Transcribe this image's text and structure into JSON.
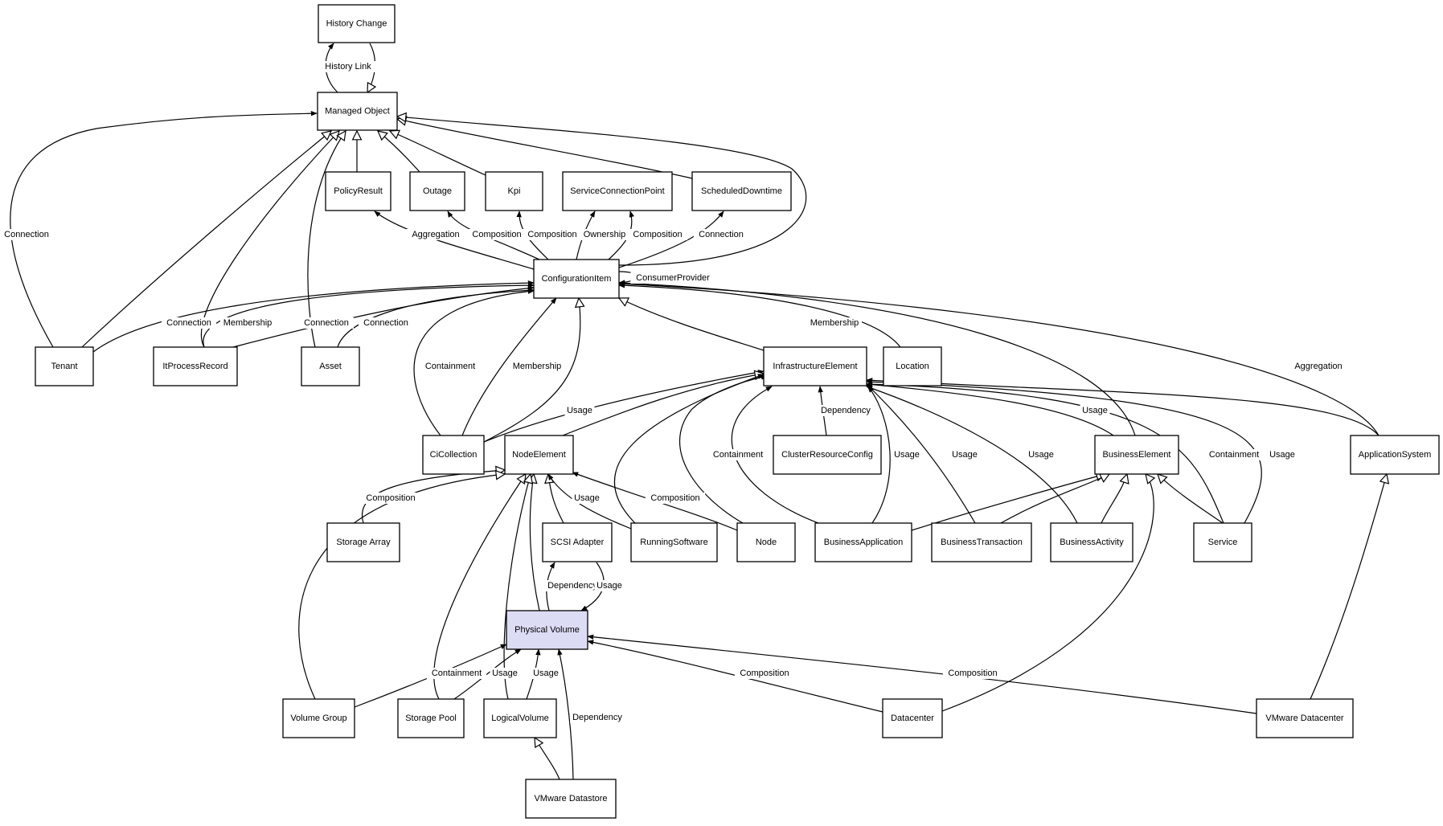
{
  "nodes": [
    {
      "id": "history-change",
      "label": "History Change"
    },
    {
      "id": "managed-object",
      "label": "Managed Object"
    },
    {
      "id": "policy-result",
      "label": "PolicyResult"
    },
    {
      "id": "outage",
      "label": "Outage"
    },
    {
      "id": "kpi",
      "label": "Kpi"
    },
    {
      "id": "service-connection-point",
      "label": "ServiceConnectionPoint"
    },
    {
      "id": "scheduled-downtime",
      "label": "ScheduledDowntime"
    },
    {
      "id": "configuration-item",
      "label": "ConfigurationItem"
    },
    {
      "id": "tenant",
      "label": "Tenant"
    },
    {
      "id": "it-process-record",
      "label": "ItProcessRecord"
    },
    {
      "id": "asset",
      "label": "Asset"
    },
    {
      "id": "infrastructure-element",
      "label": "InfrastructureElement"
    },
    {
      "id": "location",
      "label": "Location"
    },
    {
      "id": "ci-collection",
      "label": "CiCollection"
    },
    {
      "id": "node-element",
      "label": "NodeElement"
    },
    {
      "id": "cluster-resource-config",
      "label": "ClusterResourceConfig"
    },
    {
      "id": "business-element",
      "label": "BusinessElement"
    },
    {
      "id": "application-system",
      "label": "ApplicationSystem"
    },
    {
      "id": "storage-array",
      "label": "Storage Array"
    },
    {
      "id": "scsi-adapter",
      "label": "SCSI Adapter"
    },
    {
      "id": "running-software",
      "label": "RunningSoftware"
    },
    {
      "id": "node",
      "label": "Node"
    },
    {
      "id": "business-application",
      "label": "BusinessApplication"
    },
    {
      "id": "business-transaction",
      "label": "BusinessTransaction"
    },
    {
      "id": "business-activity",
      "label": "BusinessActivity"
    },
    {
      "id": "service",
      "label": "Service"
    },
    {
      "id": "physical-volume",
      "label": "Physical Volume",
      "highlight": true
    },
    {
      "id": "volume-group",
      "label": "Volume Group"
    },
    {
      "id": "storage-pool",
      "label": "Storage Pool"
    },
    {
      "id": "logical-volume",
      "label": "LogicalVolume"
    },
    {
      "id": "datacenter",
      "label": "Datacenter"
    },
    {
      "id": "vmware-datacenter",
      "label": "VMware Datacenter"
    },
    {
      "id": "vmware-datastore",
      "label": "VMware Datastore"
    }
  ],
  "edges": [
    {
      "id": "e-history-up",
      "from": "managed-object",
      "to": "history-change",
      "kind": "assoc",
      "label": "History Link"
    },
    {
      "id": "e-history-inherit",
      "from": "history-change",
      "to": "managed-object",
      "kind": "inherit",
      "label": ""
    },
    {
      "id": "e-policy",
      "from": "policy-result",
      "to": "managed-object",
      "kind": "inherit",
      "label": ""
    },
    {
      "id": "e-outage",
      "from": "outage",
      "to": "managed-object",
      "kind": "inherit",
      "label": ""
    },
    {
      "id": "e-kpi",
      "from": "kpi",
      "to": "managed-object",
      "kind": "inherit",
      "label": ""
    },
    {
      "id": "e-sched",
      "from": "scheduled-downtime",
      "to": "managed-object",
      "kind": "inherit",
      "label": ""
    },
    {
      "id": "e-ci-mo",
      "from": "configuration-item",
      "to": "managed-object",
      "kind": "inherit",
      "label": ""
    },
    {
      "id": "e-tenant-conn",
      "from": "tenant",
      "to": "managed-object",
      "kind": "assoc",
      "label": "Connection"
    },
    {
      "id": "e-tenant-inh",
      "from": "tenant",
      "to": "managed-object",
      "kind": "inherit",
      "label": ""
    },
    {
      "id": "e-itpr-inh",
      "from": "it-process-record",
      "to": "managed-object",
      "kind": "inherit",
      "label": ""
    },
    {
      "id": "e-asset-inh",
      "from": "asset",
      "to": "managed-object",
      "kind": "inherit",
      "label": ""
    },
    {
      "id": "e-ci-policy",
      "from": "configuration-item",
      "to": "policy-result",
      "kind": "assoc",
      "label": "Aggregation"
    },
    {
      "id": "e-ci-outage",
      "from": "configuration-item",
      "to": "outage",
      "kind": "assoc",
      "label": "Composition"
    },
    {
      "id": "e-ci-kpi",
      "from": "configuration-item",
      "to": "kpi",
      "kind": "assoc",
      "label": "Composition"
    },
    {
      "id": "e-ci-scp-own",
      "from": "configuration-item",
      "to": "service-connection-point",
      "kind": "assoc",
      "label": "Ownership"
    },
    {
      "id": "e-ci-scp-comp",
      "from": "configuration-item",
      "to": "service-connection-point",
      "kind": "assoc",
      "label": "Composition"
    },
    {
      "id": "e-ci-sched",
      "from": "configuration-item",
      "to": "scheduled-downtime",
      "kind": "assoc",
      "label": "Connection"
    },
    {
      "id": "e-ci-self",
      "from": "configuration-item",
      "to": "configuration-item",
      "kind": "assoc",
      "label": "ConsumerProvider"
    },
    {
      "id": "e-tenant-ci",
      "from": "tenant",
      "to": "configuration-item",
      "kind": "assoc",
      "label": "Connection"
    },
    {
      "id": "e-itpr-ci-mem",
      "from": "it-process-record",
      "to": "configuration-item",
      "kind": "assoc",
      "label": "Membership"
    },
    {
      "id": "e-itpr-ci-conn",
      "from": "it-process-record",
      "to": "configuration-item",
      "kind": "assoc",
      "label": "Connection"
    },
    {
      "id": "e-asset-ci",
      "from": "asset",
      "to": "configuration-item",
      "kind": "assoc",
      "label": "Connection"
    },
    {
      "id": "e-cic-ci-cont",
      "from": "ci-collection",
      "to": "configuration-item",
      "kind": "assoc",
      "label": "Containment"
    },
    {
      "id": "e-cic-ci-mem",
      "from": "ci-collection",
      "to": "configuration-item",
      "kind": "assoc",
      "label": "Membership"
    },
    {
      "id": "e-cic-ci-inh",
      "from": "ci-collection",
      "to": "configuration-item",
      "kind": "inherit",
      "label": ""
    },
    {
      "id": "e-ie-ci",
      "from": "infrastructure-element",
      "to": "configuration-item",
      "kind": "inherit",
      "label": ""
    },
    {
      "id": "e-loc-ci",
      "from": "location",
      "to": "configuration-item",
      "kind": "assoc",
      "label": "Membership"
    },
    {
      "id": "e-be-ci",
      "from": "business-element",
      "to": "configuration-item",
      "kind": "assoc",
      "label": ""
    },
    {
      "id": "e-as-ci",
      "from": "application-system",
      "to": "configuration-item",
      "kind": "assoc",
      "label": "Aggregation"
    },
    {
      "id": "e-cic-ie",
      "from": "ci-collection",
      "to": "infrastructure-element",
      "kind": "assoc",
      "label": "Usage"
    },
    {
      "id": "e-ne-ie",
      "from": "node-element",
      "to": "infrastructure-element",
      "kind": "inherit",
      "label": ""
    },
    {
      "id": "e-crc-ie",
      "from": "cluster-resource-config",
      "to": "infrastructure-element",
      "kind": "assoc",
      "label": "Dependency"
    },
    {
      "id": "e-rs-ie",
      "from": "running-software",
      "to": "infrastructure-element",
      "kind": "assoc",
      "label": ""
    },
    {
      "id": "e-node-ie",
      "from": "node",
      "to": "infrastructure-element",
      "kind": "assoc",
      "label": ""
    },
    {
      "id": "e-ba-ie-cont",
      "from": "business-application",
      "to": "infrastructure-element",
      "kind": "assoc",
      "label": "Containment"
    },
    {
      "id": "e-ba-ie-use",
      "from": "business-application",
      "to": "infrastructure-element",
      "kind": "assoc",
      "label": "Usage"
    },
    {
      "id": "e-bt-ie",
      "from": "business-transaction",
      "to": "infrastructure-element",
      "kind": "assoc",
      "label": "Usage"
    },
    {
      "id": "e-bact-ie",
      "from": "business-activity",
      "to": "infrastructure-element",
      "kind": "assoc",
      "label": "Usage"
    },
    {
      "id": "e-be-ie",
      "from": "business-element",
      "to": "infrastructure-element",
      "kind": "assoc",
      "label": "Usage"
    },
    {
      "id": "e-svc-ie-cont",
      "from": "service",
      "to": "infrastructure-element",
      "kind": "assoc",
      "label": "Containment"
    },
    {
      "id": "e-svc-ie-use",
      "from": "service",
      "to": "infrastructure-element",
      "kind": "assoc",
      "label": "Usage"
    },
    {
      "id": "e-as-ie",
      "from": "application-system",
      "to": "infrastructure-element",
      "kind": "assoc",
      "label": ""
    },
    {
      "id": "e-sa-ne",
      "from": "storage-array",
      "to": "node-element",
      "kind": "inherit",
      "label": "Composition"
    },
    {
      "id": "e-scsi-ne",
      "from": "scsi-adapter",
      "to": "node-element",
      "kind": "inherit",
      "label": ""
    },
    {
      "id": "e-rs-ne",
      "from": "running-software",
      "to": "node-element",
      "kind": "assoc",
      "label": "Usage"
    },
    {
      "id": "e-node-ne",
      "from": "node",
      "to": "node-element",
      "kind": "assoc",
      "label": "Composition"
    },
    {
      "id": "e-ba-be",
      "from": "business-application",
      "to": "business-element",
      "kind": "inherit",
      "label": ""
    },
    {
      "id": "e-bt-be",
      "from": "business-transaction",
      "to": "business-element",
      "kind": "inherit",
      "label": ""
    },
    {
      "id": "e-bact-be",
      "from": "business-activity",
      "to": "business-element",
      "kind": "inherit",
      "label": ""
    },
    {
      "id": "e-svc-be",
      "from": "service",
      "to": "business-element",
      "kind": "inherit",
      "label": ""
    },
    {
      "id": "e-pv-scsi",
      "from": "physical-volume",
      "to": "scsi-adapter",
      "kind": "assoc",
      "label": "Dependency"
    },
    {
      "id": "e-scsi-pv",
      "from": "scsi-adapter",
      "to": "physical-volume",
      "kind": "assoc",
      "label": "Usage"
    },
    {
      "id": "e-pv-ne",
      "from": "physical-volume",
      "to": "node-element",
      "kind": "inherit",
      "label": ""
    },
    {
      "id": "e-vg-ne",
      "from": "volume-group",
      "to": "node-element",
      "kind": "inherit",
      "label": ""
    },
    {
      "id": "e-sp-ne",
      "from": "storage-pool",
      "to": "node-element",
      "kind": "inherit",
      "label": ""
    },
    {
      "id": "e-lv-ne",
      "from": "logical-volume",
      "to": "node-element",
      "kind": "inherit",
      "label": ""
    },
    {
      "id": "e-vg-pv",
      "from": "volume-group",
      "to": "physical-volume",
      "kind": "assoc",
      "label": "Containment"
    },
    {
      "id": "e-sp-pv",
      "from": "storage-pool",
      "to": "physical-volume",
      "kind": "assoc",
      "label": "Usage"
    },
    {
      "id": "e-lv-pv",
      "from": "logical-volume",
      "to": "physical-volume",
      "kind": "assoc",
      "label": "Usage"
    },
    {
      "id": "e-vds-pv",
      "from": "vmware-datastore",
      "to": "physical-volume",
      "kind": "assoc",
      "label": "Dependency"
    },
    {
      "id": "e-dc-pv",
      "from": "datacenter",
      "to": "physical-volume",
      "kind": "assoc",
      "label": "Composition"
    },
    {
      "id": "e-vdc-pv",
      "from": "vmware-datacenter",
      "to": "physical-volume",
      "kind": "assoc",
      "label": "Composition"
    },
    {
      "id": "e-dc-be",
      "from": "datacenter",
      "to": "business-element",
      "kind": "inherit",
      "label": ""
    },
    {
      "id": "e-vdc-as",
      "from": "vmware-datacenter",
      "to": "application-system",
      "kind": "inherit",
      "label": ""
    },
    {
      "id": "e-vds-lv",
      "from": "vmware-datastore",
      "to": "logical-volume",
      "kind": "inherit",
      "label": ""
    }
  ]
}
